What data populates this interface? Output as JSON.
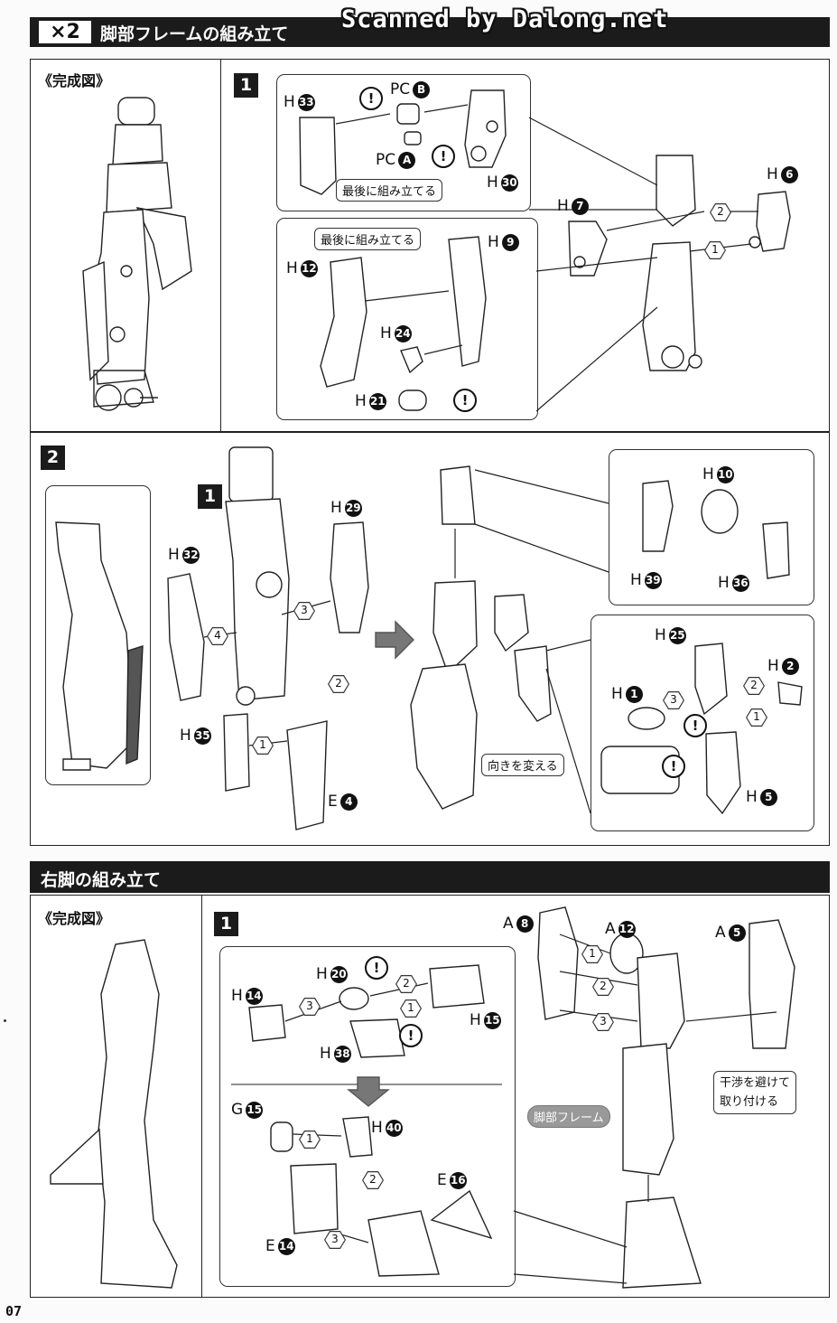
{
  "watermark": "Scanned by Dalong.net",
  "section1": {
    "multiplier": "×2",
    "title": "脚部フレームの組み立て",
    "complete_label": "《完成図》"
  },
  "step1": {
    "number": "1",
    "part_h33": "H",
    "part_h33_num": "33",
    "pc_b": "PC",
    "pc_b_letter": "B",
    "pc_a": "PC",
    "pc_a_letter": "A",
    "part_h30": "H",
    "part_h30_num": "30",
    "note_last_a": "最後に組み立てる",
    "note_last_b": "最後に組み立てる",
    "part_h9": "H",
    "part_h9_num": "9",
    "part_h12": "H",
    "part_h12_num": "12",
    "part_h24": "H",
    "part_h24_num": "24",
    "part_h21": "H",
    "part_h21_num": "21",
    "part_h7": "H",
    "part_h7_num": "7",
    "part_h6": "H",
    "part_h6_num": "6",
    "seq": [
      "1",
      "2"
    ]
  },
  "step2": {
    "number": "2",
    "inner_step": "1",
    "part_h29": "H",
    "part_h29_num": "29",
    "part_h32": "H",
    "part_h32_num": "32",
    "part_h35": "H",
    "part_h35_num": "35",
    "part_e4": "E",
    "part_e4_num": "4",
    "part_h10": "H",
    "part_h10_num": "10",
    "part_h39": "H",
    "part_h39_num": "39",
    "part_h36": "H",
    "part_h36_num": "36",
    "part_h25": "H",
    "part_h25_num": "25",
    "part_h2": "H",
    "part_h2_num": "2",
    "part_h1": "H",
    "part_h1_num": "1",
    "part_h5": "H",
    "part_h5_num": "5",
    "note_direction": "向きを変える",
    "seq": [
      "1",
      "2",
      "3",
      "4"
    ]
  },
  "section2": {
    "title": "右脚の組み立て",
    "complete_label": "《完成図》"
  },
  "step3": {
    "number": "1",
    "part_h14": "H",
    "part_h14_num": "14",
    "part_h20": "H",
    "part_h20_num": "20",
    "part_h15": "H",
    "part_h15_num": "15",
    "part_h38": "H",
    "part_h38_num": "38",
    "part_g15": "G",
    "part_g15_num": "15",
    "part_h40": "H",
    "part_h40_num": "40",
    "part_e16": "E",
    "part_e16_num": "16",
    "part_e14": "E",
    "part_e14_num": "14",
    "part_a8": "A",
    "part_a8_num": "8",
    "part_a12": "A",
    "part_a12_num": "12",
    "part_a5": "A",
    "part_a5_num": "5",
    "note_frame": "脚部フレーム",
    "note_avoid_1": "干渉を避けて",
    "note_avoid_2": "取り付ける",
    "seq": [
      "1",
      "2",
      "3"
    ]
  },
  "page_number": "07",
  "colors": {
    "header_bg": "#1b1b1b",
    "line": "#222222",
    "frame_label": "#999999"
  }
}
